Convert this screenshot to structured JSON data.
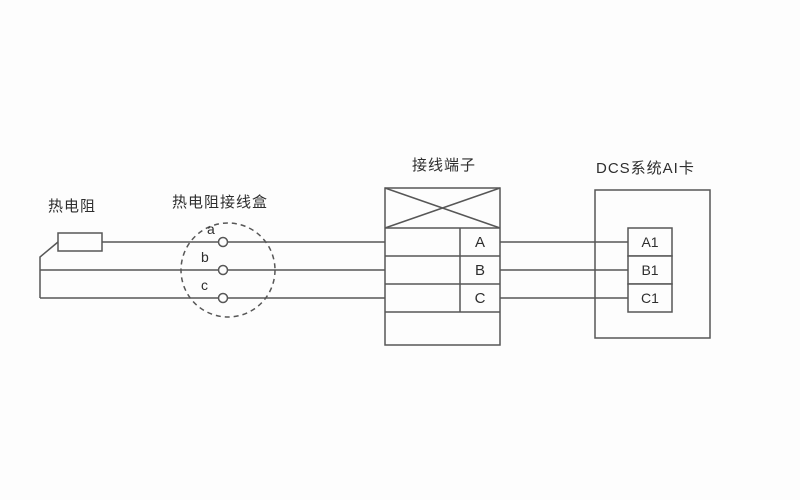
{
  "diagram": {
    "rtd_label": "热电阻",
    "junction_box_label": "热电阻接线盒",
    "terminal_block_label": "接线端子",
    "dcs_card_label": "DCS系统AI卡",
    "junction_terminals": {
      "a": "a",
      "b": "b",
      "c": "c"
    },
    "terminal_rows": [
      "A",
      "B",
      "C"
    ],
    "dcs_channels": [
      "A1",
      "B1",
      "C1"
    ],
    "line_color": "#575757"
  }
}
